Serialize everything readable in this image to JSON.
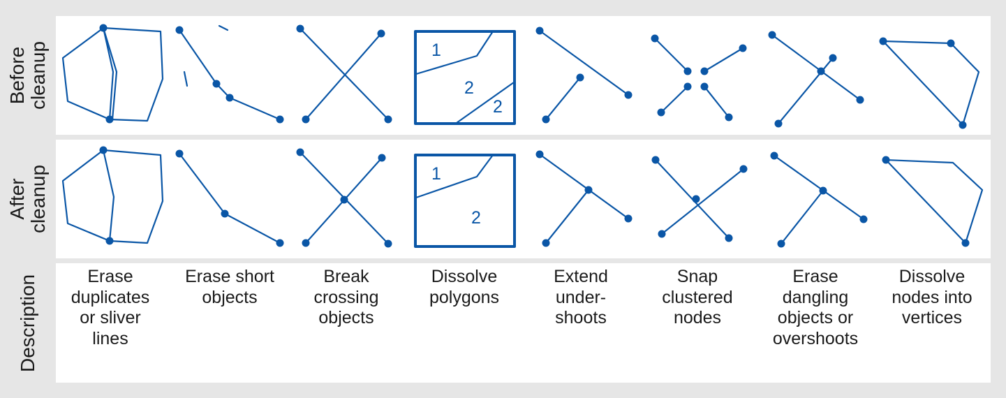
{
  "rows": {
    "before": "Before\ncleanup",
    "after": "After\ncleanup",
    "description": "Description"
  },
  "polygon_labels": {
    "before": [
      "1",
      "2",
      "2"
    ],
    "after": [
      "1",
      "2"
    ]
  },
  "descriptions": [
    "Erase\nduplicates\nor sliver\nlines",
    "Erase short\nobjects",
    "Break\ncrossing\nobjects",
    "Dissolve\npolygons",
    "Extend\nunder-\nshoots",
    "Snap\nclustered\nnodes",
    "Erase\ndangling\nobjects or\novershoots",
    "Dissolve\nnodes into\nvertices"
  ],
  "colors": {
    "stroke": "#0a56a6",
    "background": "#e6e6e6",
    "panel": "#ffffff"
  }
}
